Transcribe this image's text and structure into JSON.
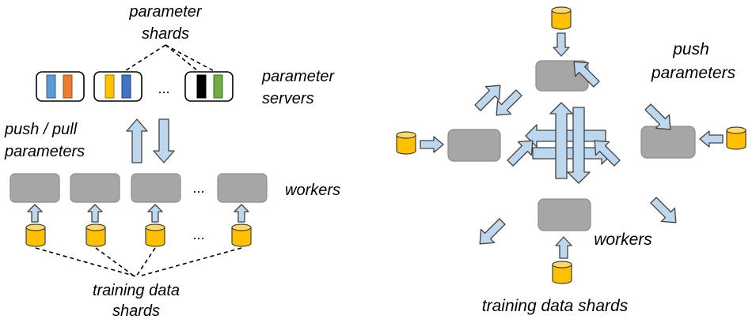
{
  "left_diagram": {
    "label_parameter_shards_line1": "parameter",
    "label_parameter_shards_line2": "shards",
    "label_parameter_servers_line1": "parameter",
    "label_parameter_servers_line2": "servers",
    "label_push_pull_line1": "push / pull",
    "label_push_pull_line2": "parameters",
    "label_workers": "workers",
    "label_training_line1": "training data",
    "label_training_line2": "shards",
    "ellipsis": "...",
    "shard_colors": {
      "server1": [
        "#5b9bd5",
        "#ed7d31"
      ],
      "server2": [
        "#ffc000",
        "#4472c4"
      ],
      "server3": [
        "#000000",
        "#70ad47"
      ]
    }
  },
  "right_diagram": {
    "label_push_line1": "push",
    "label_push_line2": "parameters",
    "label_workers": "workers",
    "label_training": "training data shards"
  },
  "colors": {
    "worker_fill": "#a6a6a6",
    "arrow_fill": "#bdd7ee",
    "cylinder_fill": "#ffc000"
  }
}
